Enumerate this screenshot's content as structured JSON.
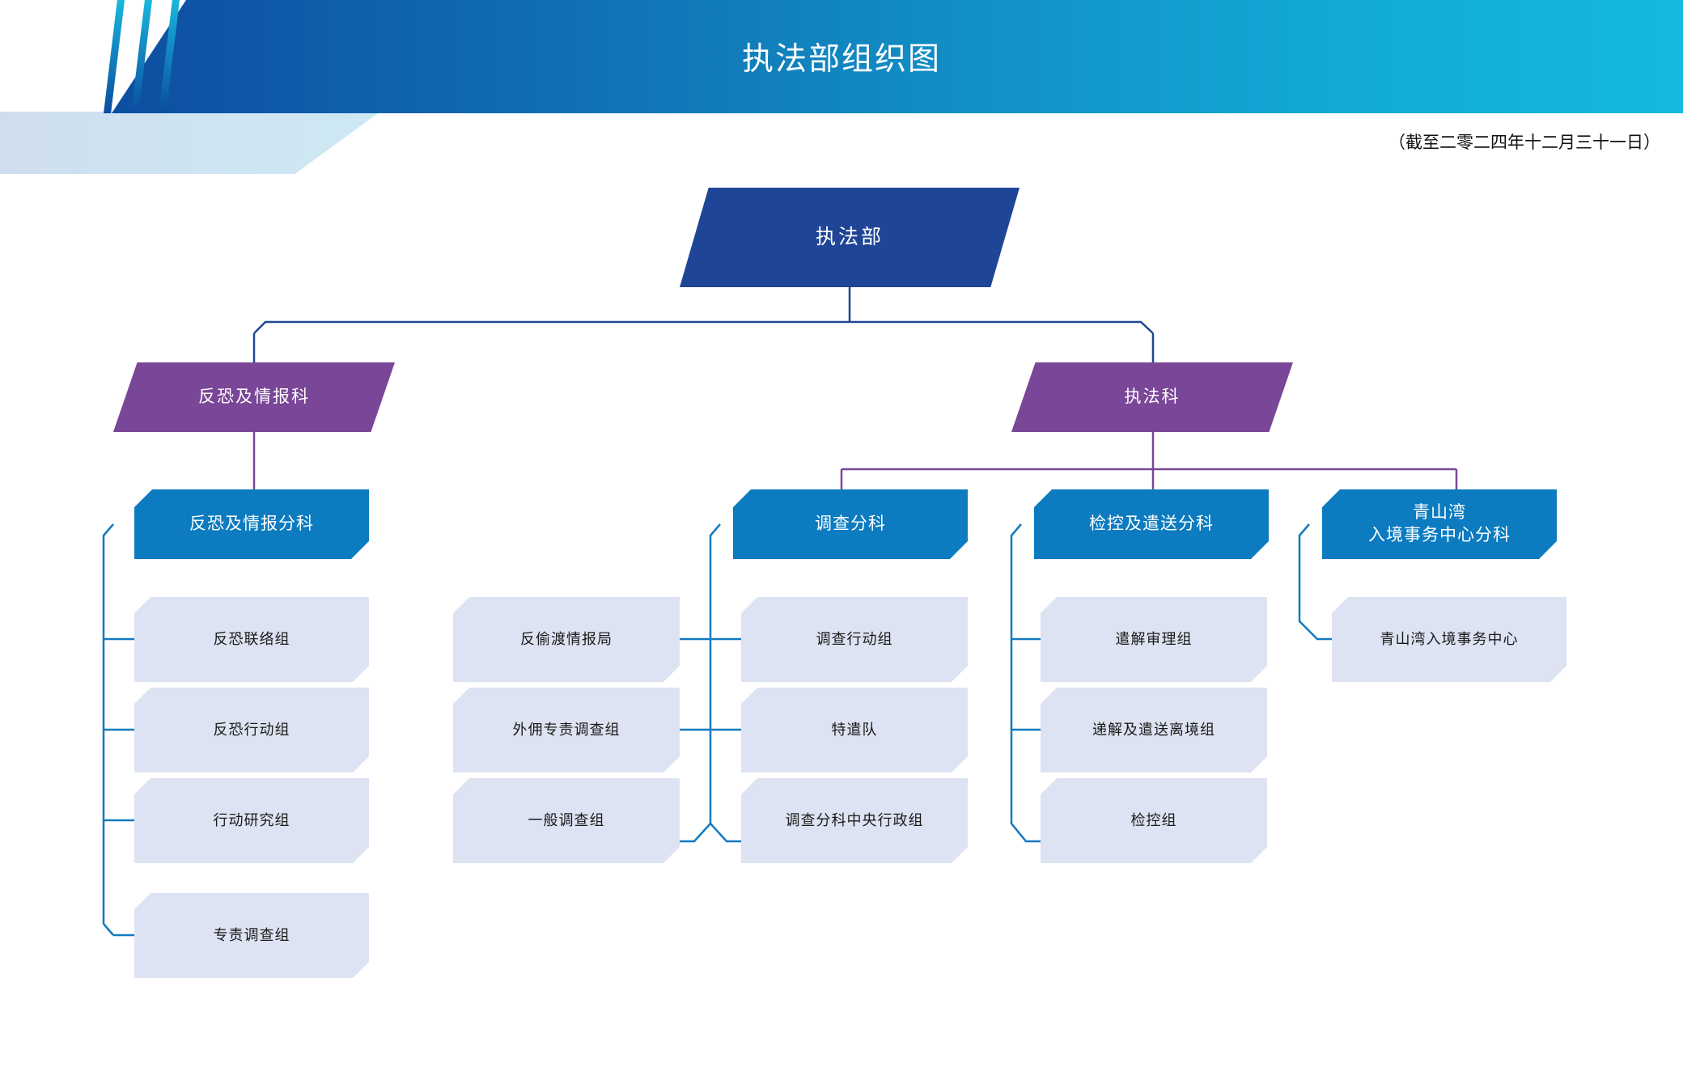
{
  "header": {
    "title": "执法部组织图",
    "date_note": "（截至二零二四年十二月三十一日）",
    "brand_dark_blue": "#0b4799",
    "brand_cyan": "#14b9dd",
    "pale_band": "#cde9f4"
  },
  "chart_data": {
    "type": "diagram",
    "title": "执法部组织图",
    "root": {
      "label": "执法部",
      "color": "#1f4596"
    },
    "level2": [
      {
        "label": "反恐及情报科",
        "color": "#7a4697"
      },
      {
        "label": "执法科",
        "color": "#7a4697"
      }
    ],
    "level3": [
      {
        "label": "反恐及情报分科",
        "color": "#0c7bc0",
        "parent": "反恐及情报科"
      },
      {
        "label": "调查分科",
        "color": "#0c7bc0",
        "parent": "执法科"
      },
      {
        "label": "检控及遣送分科",
        "color": "#0c7bc0",
        "parent": "执法科"
      },
      {
        "label": "青山湾\n入境事务中心分科",
        "line1": "青山湾",
        "line2": "入境事务中心分科",
        "color": "#0c7bc0",
        "parent": "执法科"
      }
    ],
    "leaves": {
      "col1": [
        "反恐联络组",
        "反恐行动组",
        "行动研究组",
        "专责调查组"
      ],
      "col2": [
        "反偷渡情报局",
        "外佣专责调查组",
        "一般调查组"
      ],
      "col3": [
        "调查行动组",
        "特遣队",
        "调查分科中央行政组"
      ],
      "col4": [
        "遣解审理组",
        "递解及遣送离境组",
        "检控组"
      ],
      "col5": [
        "青山湾入境事务中心"
      ]
    },
    "leaf_color": "#dde3f2"
  },
  "nodes": {
    "root": "执法部",
    "sec_ct": "反恐及情报科",
    "sec_enf": "执法科",
    "sub_ct": "反恐及情报分科",
    "sub_inv": "调查分科",
    "sub_pros": "检控及遣送分科",
    "sub_cic_l1": "青山湾",
    "sub_cic_l2": "入境事务中心分科",
    "c1": [
      "反恐联络组",
      "反恐行动组",
      "行动研究组",
      "专责调查组"
    ],
    "c2": [
      "反偷渡情报局",
      "外佣专责调查组",
      "一般调查组"
    ],
    "c3": [
      "调查行动组",
      "特遣队",
      "调查分科中央行政组"
    ],
    "c4": [
      "遣解审理组",
      "递解及遣送离境组",
      "检控组"
    ],
    "c5": [
      "青山湾入境事务中心"
    ]
  }
}
